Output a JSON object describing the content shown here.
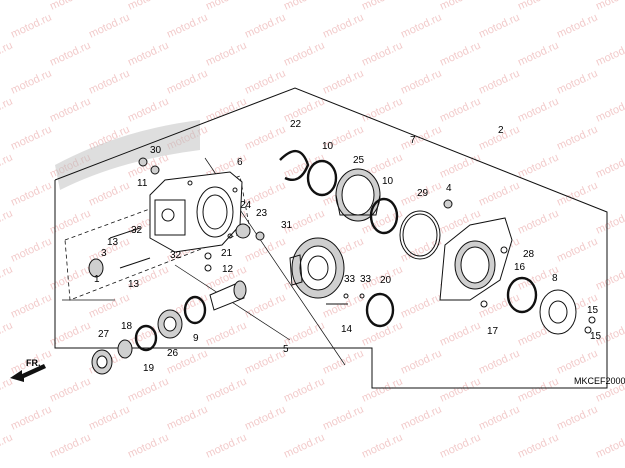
{
  "watermark": {
    "text": "motod.ru"
  },
  "diagram_code": "MKCEF2000",
  "direction_label": "FR.",
  "callouts": [
    "1",
    "2",
    "3",
    "4",
    "5",
    "6",
    "7",
    "8",
    "9",
    "10",
    "10",
    "11",
    "12",
    "13",
    "13",
    "14",
    "15",
    "15",
    "16",
    "17",
    "18",
    "19",
    "20",
    "21",
    "22",
    "23",
    "24",
    "25",
    "26",
    "27",
    "28",
    "29",
    "30",
    "31",
    "32",
    "32",
    "33",
    "33"
  ]
}
